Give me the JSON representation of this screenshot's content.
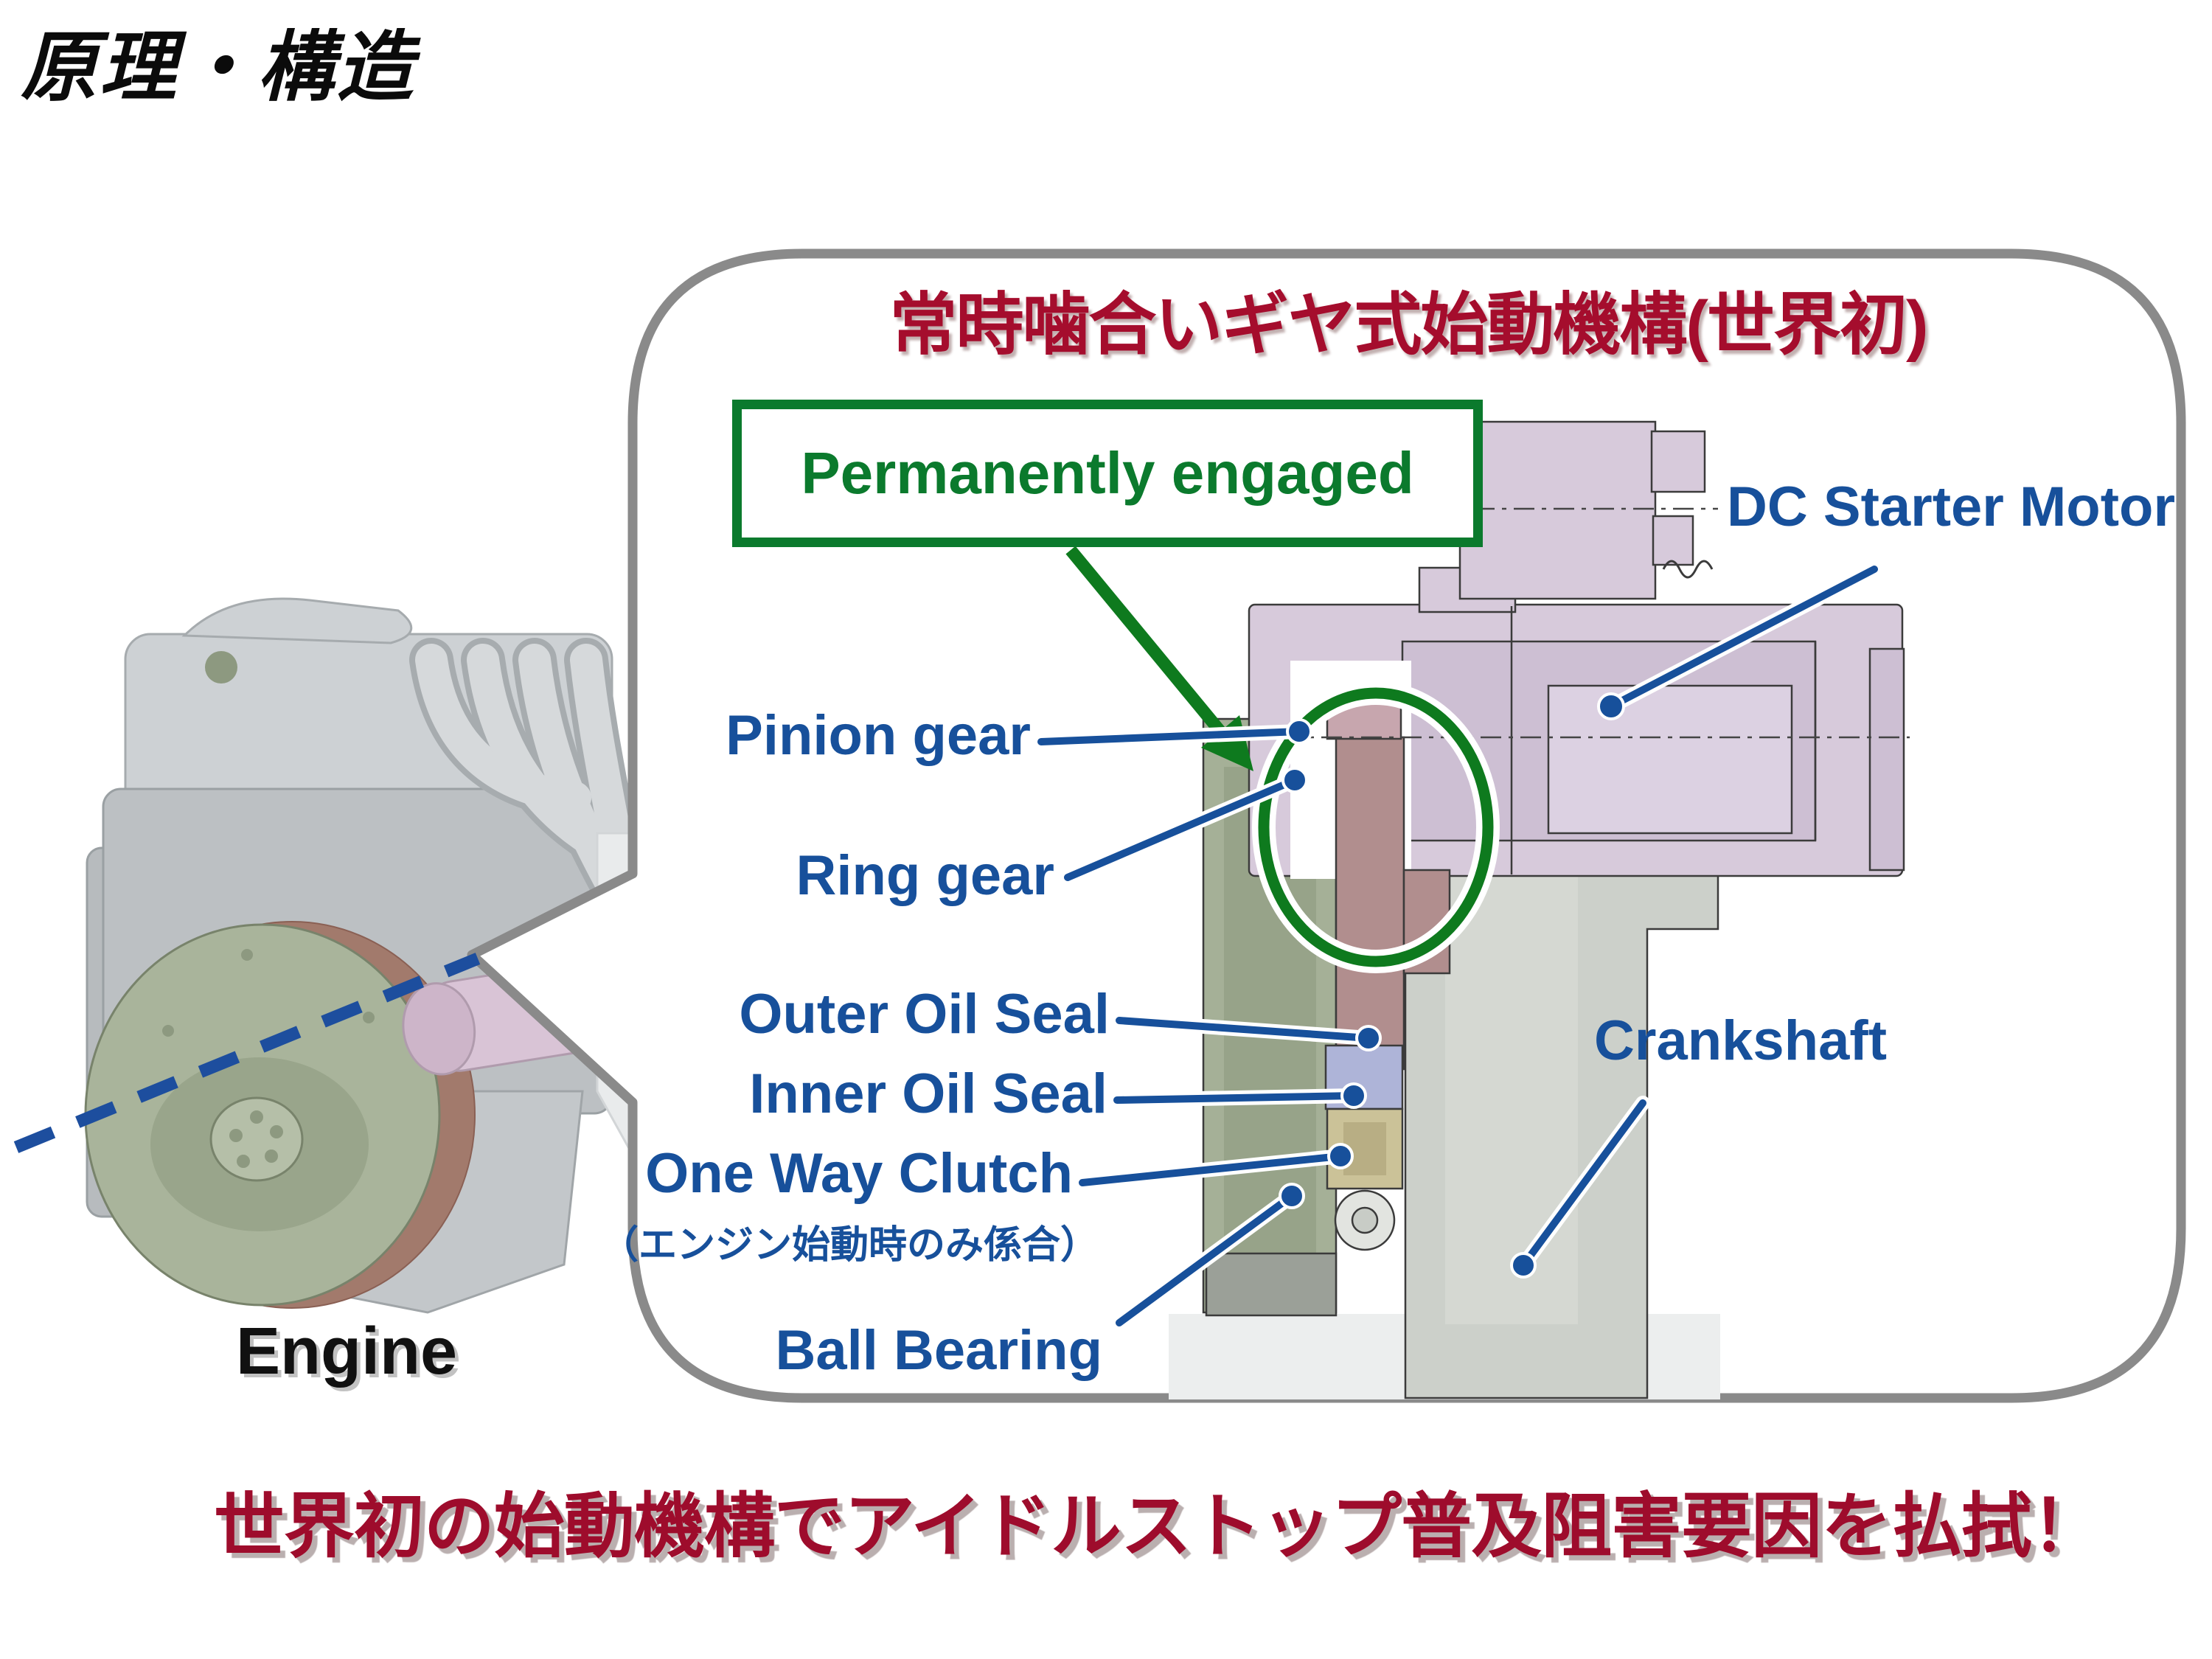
{
  "page": {
    "title": "原理・構造"
  },
  "callout": {
    "heading": "常時噛合いギヤ式始動機構(世界初)",
    "badge": "Permanently engaged",
    "labels": {
      "dc_starter_motor": "DC Starter Motor",
      "pinion_gear": "Pinion gear",
      "ring_gear": "Ring gear",
      "outer_oil_seal": "Outer Oil Seal",
      "inner_oil_seal": "Inner Oil Seal",
      "one_way_clutch": "One Way Clutch",
      "one_way_clutch_note": "（エンジン始動時のみ係合）",
      "ball_bearing": "Ball Bearing",
      "crankshaft": "Crankshaft"
    }
  },
  "engine": {
    "caption": "Engine"
  },
  "footer": {
    "message": "世界初の始動機構でアイドルストップ普及阻害要因を払拭！"
  },
  "colors": {
    "title_red": "#A50D2D",
    "bottom_red": "#9E0C2C",
    "label_blue": "#17509B",
    "green": "#0B7A2D",
    "circle_green": "#0E7A1E",
    "border_gray": "#8A8A8A",
    "starter_pink": "#D7CADB",
    "block_green": "#A5B097",
    "ring_rosy": "#B18E8E",
    "crank_gray": "#CCD0CA",
    "clutch_khaki": "#CBC298",
    "bearing_lavender": "#AEB4D8",
    "flywheel_green": "#A9B49B",
    "engine_gray": "#C3C7CA"
  }
}
